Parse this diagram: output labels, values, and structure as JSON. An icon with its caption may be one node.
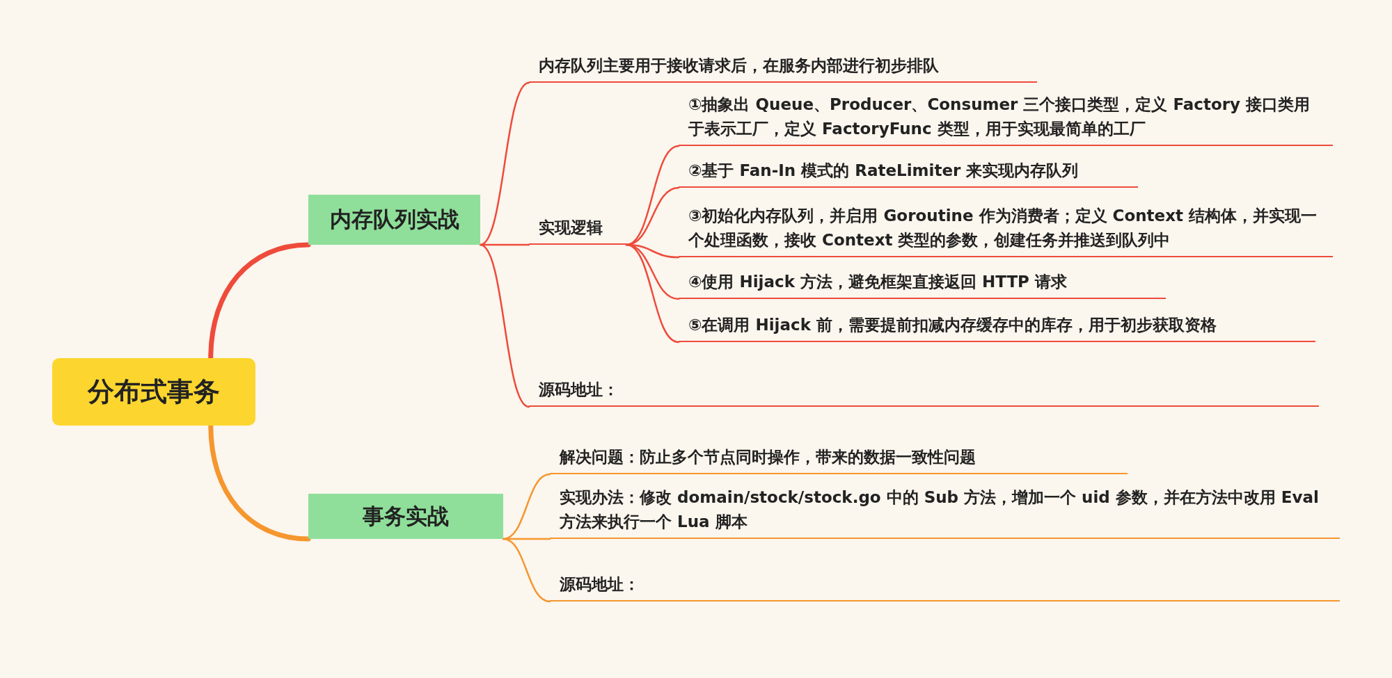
{
  "diagram": {
    "nodes": [
      {
        "text": [
          "分布式事务"
        ]
      },
      {
        "text": [
          "内存队列实战"
        ]
      },
      {
        "text": [
          "内存队列主要用于接收请求后，在服务内部进行初步排队"
        ]
      },
      {
        "text": [
          "实现逻辑"
        ]
      },
      {
        "text": [
          "①抽象出 Queue、Producer、Consumer 三个接口类型，定义 Factory 接口类用于表示工厂，定义 FactoryFunc 类型，用于实现最简单的工厂"
        ]
      },
      {
        "text": [
          "②基于 Fan-In 模式的 RateLimiter 来实现内存队列"
        ]
      },
      {
        "text": [
          "③初始化内存队列，并启用 Goroutine 作为消费者；定义 Context 结构体，并实现一个处理函数，接收 Context 类型的参数，创建任务并推送到队列中"
        ]
      },
      {
        "text": [
          "④使用 Hijack 方法，避免框架直接返回 HTTP 请求"
        ]
      },
      {
        "text": [
          "⑤在调用 Hijack 前，需要提前扣减内存缓存中的库存，用于初步获取资格"
        ]
      },
      {
        "text": [
          "源码地址："
        ]
      },
      {
        "text": [
          "事务实战"
        ]
      },
      {
        "text": [
          "解决问题：防止多个节点同时操作，带来的数据一致性问题"
        ]
      },
      {
        "text": [
          "实现办法：修改 domain/stock/stock.go 中的 Sub 方法，增加一个 uid 参数，并在方法中改用 Eval 方法来执行一个 Lua 脚本"
        ]
      },
      {
        "text": [
          "源码地址："
        ]
      }
    ],
    "edges": [
      {
        "from": 0,
        "to": 1,
        "arrow": "none",
        "style": "thick"
      },
      {
        "from": 0,
        "to": 10,
        "arrow": "none",
        "style": "thick",
        "color": "#f5962e"
      },
      {
        "from": 1,
        "to": 2,
        "arrow": "none"
      },
      {
        "from": 1,
        "to": 3,
        "arrow": "none"
      },
      {
        "from": 3,
        "to": 4,
        "arrow": "none"
      },
      {
        "from": 3,
        "to": 5,
        "arrow": "none"
      },
      {
        "from": 3,
        "to": 6,
        "arrow": "none"
      },
      {
        "from": 3,
        "to": 7,
        "arrow": "none"
      },
      {
        "from": 3,
        "to": 8,
        "arrow": "none"
      },
      {
        "from": 1,
        "to": 9,
        "arrow": "none"
      },
      {
        "from": 10,
        "to": 11,
        "arrow": "none",
        "color": "#f5962e"
      },
      {
        "from": 10,
        "to": 12,
        "arrow": "none",
        "color": "#f5962e"
      },
      {
        "from": 10,
        "to": 13,
        "arrow": "none",
        "color": "#f5962e"
      }
    ]
  }
}
